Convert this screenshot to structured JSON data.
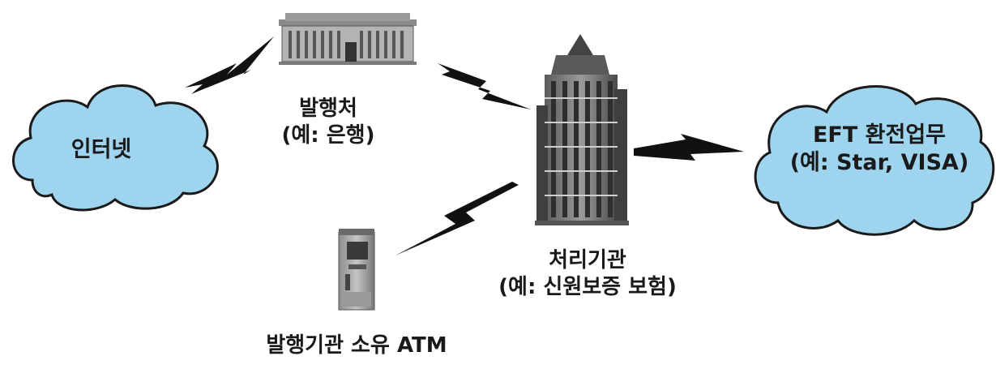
{
  "nodes": {
    "internet": {
      "label": "인터넷",
      "icon": "cloud-icon"
    },
    "issuer": {
      "label": "발행처",
      "example": "(예: 은행)",
      "icon": "bank-building-icon"
    },
    "processor": {
      "label": "처리기관",
      "example": "(예: 신원보증 보험)",
      "icon": "skyscraper-icon"
    },
    "eft_exchange": {
      "label": "EFT 환전업무",
      "example": "(예: Star, VISA)",
      "icon": "cloud-icon"
    },
    "atm": {
      "label": "발행기관 소유 ATM",
      "icon": "atm-machine-icon"
    }
  },
  "connections": [
    {
      "from": "internet",
      "to": "issuer",
      "icon": "lightning-bolt-icon"
    },
    {
      "from": "issuer",
      "to": "processor",
      "icon": "lightning-bolt-icon"
    },
    {
      "from": "processor",
      "to": "eft_exchange",
      "icon": "lightning-bolt-icon"
    },
    {
      "from": "atm",
      "to": "processor",
      "icon": "lightning-bolt-icon"
    }
  ],
  "colors": {
    "cloud_fill": "#9fd4ee",
    "cloud_stroke": "#1a1a1a",
    "bolt": "#111111",
    "building": "#6e6e6e"
  }
}
